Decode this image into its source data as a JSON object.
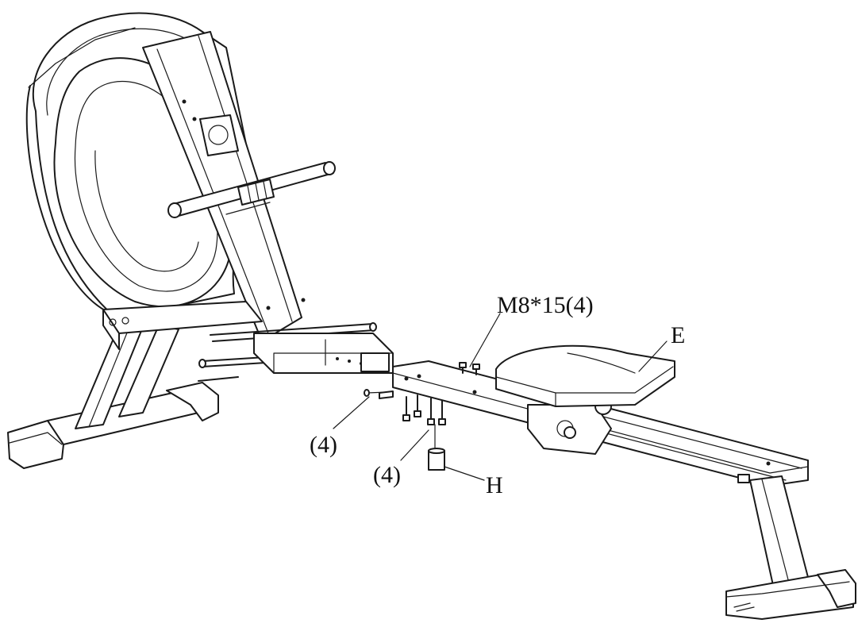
{
  "callouts": {
    "bolt_spec": "M8*15(4)",
    "part_e": "E",
    "qty_left": "(4)",
    "qty_bottom": "(4)",
    "part_h": "H"
  },
  "colors": {
    "line": "#1a1a1a",
    "background": "#ffffff"
  }
}
